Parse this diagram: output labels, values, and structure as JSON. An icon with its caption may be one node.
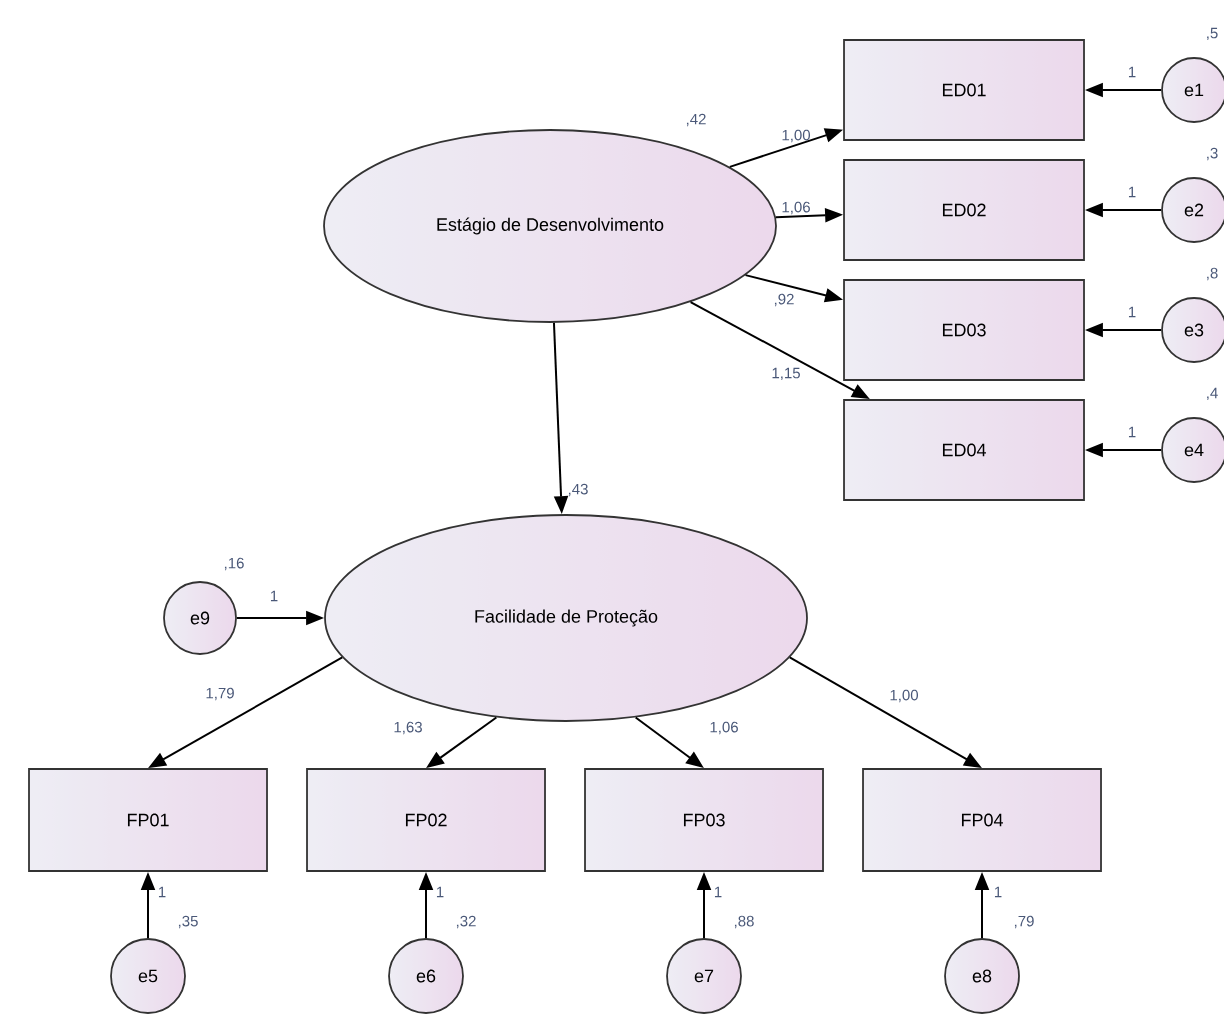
{
  "diagram": {
    "nodes": [
      {
        "text": [
          "Estágio de Desenvolvimento"
        ],
        "beside": [
          ",42"
        ]
      },
      {
        "text": [
          "ED01"
        ]
      },
      {
        "text": [
          "ED02"
        ]
      },
      {
        "text": [
          "ED03"
        ]
      },
      {
        "text": [
          "ED04"
        ]
      },
      {
        "text": [
          "e1"
        ],
        "beside": [
          ",5"
        ]
      },
      {
        "text": [
          "e2"
        ],
        "beside": [
          ",3"
        ]
      },
      {
        "text": [
          "e3"
        ],
        "beside": [
          ",8"
        ]
      },
      {
        "text": [
          "e4"
        ],
        "beside": [
          ",4"
        ]
      },
      {
        "text": [
          "Facilidade de Proteção"
        ]
      },
      {
        "text": [
          "e9"
        ],
        "beside": [
          ",16"
        ]
      },
      {
        "text": [
          "FP01"
        ]
      },
      {
        "text": [
          "FP02"
        ]
      },
      {
        "text": [
          "FP03"
        ]
      },
      {
        "text": [
          "FP04"
        ]
      },
      {
        "text": [
          "e5"
        ],
        "beside": [
          ",35"
        ]
      },
      {
        "text": [
          "e6"
        ],
        "beside": [
          ",32"
        ]
      },
      {
        "text": [
          "e7"
        ],
        "beside": [
          ",88"
        ]
      },
      {
        "text": [
          "e8"
        ],
        "beside": [
          ",79"
        ]
      }
    ],
    "edges": [
      {
        "from": 0,
        "to": 1,
        "arrow": "to",
        "label": "1,00"
      },
      {
        "from": 0,
        "to": 2,
        "arrow": "to",
        "label": "1,06"
      },
      {
        "from": 0,
        "to": 3,
        "arrow": "to",
        "label": ",92"
      },
      {
        "from": 0,
        "to": 4,
        "arrow": "to",
        "label": "1,15"
      },
      {
        "from": 5,
        "to": 1,
        "arrow": "to",
        "label": "1"
      },
      {
        "from": 6,
        "to": 2,
        "arrow": "to",
        "label": "1"
      },
      {
        "from": 7,
        "to": 3,
        "arrow": "to",
        "label": "1"
      },
      {
        "from": 8,
        "to": 4,
        "arrow": "to",
        "label": "1"
      },
      {
        "from": 0,
        "to": 9,
        "arrow": "to",
        "label": ",43"
      },
      {
        "from": 10,
        "to": 9,
        "arrow": "to",
        "label": "1"
      },
      {
        "from": 9,
        "to": 11,
        "arrow": "to",
        "label": "1,79"
      },
      {
        "from": 9,
        "to": 12,
        "arrow": "to",
        "label": "1,63"
      },
      {
        "from": 9,
        "to": 13,
        "arrow": "to",
        "label": "1,06"
      },
      {
        "from": 9,
        "to": 14,
        "arrow": "to",
        "label": "1,00"
      },
      {
        "from": 15,
        "to": 11,
        "arrow": "to",
        "label": "1"
      },
      {
        "from": 16,
        "to": 12,
        "arrow": "to",
        "label": "1"
      },
      {
        "from": 17,
        "to": 13,
        "arrow": "to",
        "label": "1"
      },
      {
        "from": 18,
        "to": 14,
        "arrow": "to",
        "label": "1"
      }
    ]
  }
}
